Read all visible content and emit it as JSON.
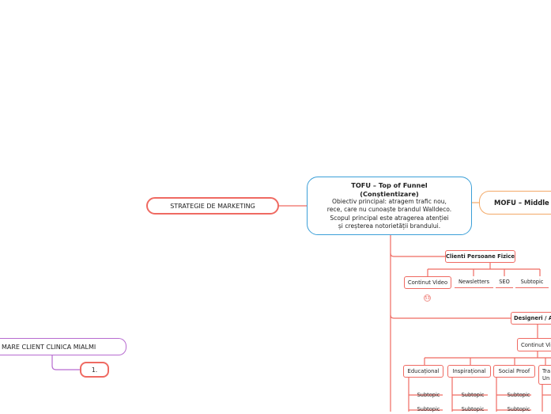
{
  "central": {
    "title_line1": "TOFU – Top of Funnel",
    "title_line2": "(Conștientizare)",
    "body_lines": [
      "Obiectiv principal: atragem trafic nou,",
      "rece, care nu cunoaște brandul Walldeco.",
      "Scopul principal este atragerea atenției",
      "și creșterea notorietății brandului."
    ]
  },
  "strategie": {
    "label": "STRATEGIE DE MARKETING"
  },
  "mofu": {
    "label": "MOFU – Middle of"
  },
  "client_clinica": {
    "label": "MARE CLIENT CLINICA MIALMI"
  },
  "step_one": {
    "label": "1."
  },
  "clienti_pf": {
    "label": "Clienti Persoane Fizice",
    "children": {
      "video": "Continut Video",
      "video_badge": "53",
      "newsletters": "Newsletters",
      "seo": "SEO",
      "subtopic": "Subtopic"
    }
  },
  "designeri": {
    "label": "Designeri / Ar",
    "video": "Continut Vi",
    "cats": {
      "educational": "Educațional",
      "inspirational": "Inspirațional",
      "social": "Social Proof",
      "tra_line1": "Tra",
      "tra_line2": "Un"
    },
    "sub": {
      "s1": "Subtopic",
      "s2": "Subtopic",
      "s3": "Subtopic",
      "s4": "Subtopic",
      "s5": "Subtopic",
      "s6": "Subtopic"
    }
  },
  "colors": {
    "link_red": "#ef6a62",
    "central_blue": "#3b9fd8",
    "purple": "#b76bd0",
    "orange": "#f3a967"
  }
}
